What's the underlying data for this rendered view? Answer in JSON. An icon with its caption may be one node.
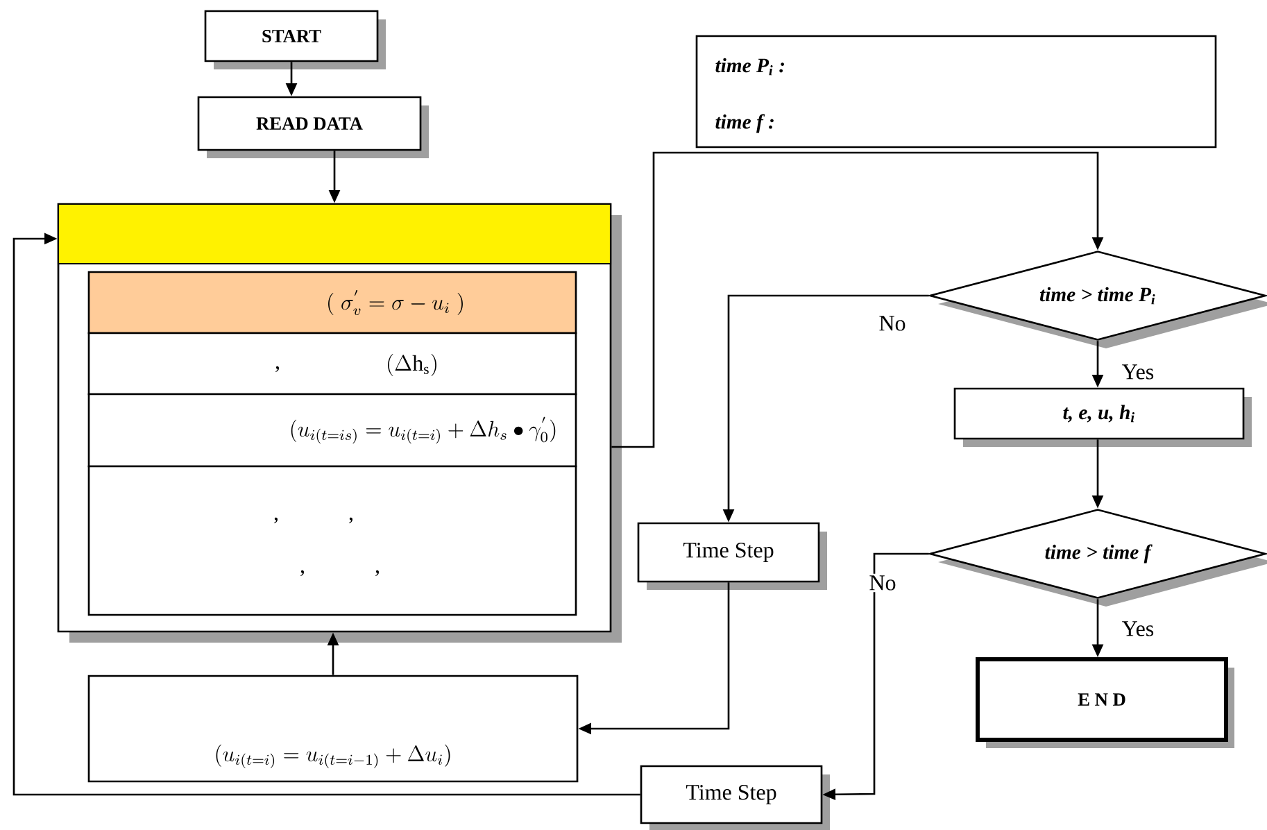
{
  "diagram": {
    "nodes": [
      {
        "text": [
          "START"
        ]
      },
      {
        "text": [
          "READ DATA"
        ]
      },
      {
        "text": [],
        "shape": "box"
      },
      {
        "text": [],
        "shape": "bar",
        "in": 2
      },
      {
        "text": [
          "(\\;\\sigma_v^{'} = \\sigma - u_i\\;)"
        ],
        "in": 2
      },
      {
        "text": [
          ",",
          "(\\Delta \\mathrm{h}_{\\mathrm{s}})"
        ],
        "in": 2
      },
      {
        "text": [
          "(u_{i(t=is)} = u_{i(t=i)} + \\Delta h_s \\bullet \\gamma_0^{'})"
        ],
        "in": 2
      },
      {
        "text": [
          ",",
          ",",
          ",",
          ","
        ],
        "in": 2
      },
      {
        "text": [
          "(u_{i(t=i)} = u_{i(t=i-1)} + \\Delta u_i)"
        ]
      },
      {
        "text": [
          "Time Step"
        ]
      },
      {
        "text": [
          "time P$_{i}$ :",
          "time f :"
        ]
      },
      {
        "text": [
          "time > time P$_{i}$"
        ]
      },
      {
        "text": [
          "t, e, u, h$_{i}$"
        ]
      },
      {
        "text": [
          "time > time f"
        ]
      },
      {
        "text": [
          "E N D"
        ]
      },
      {
        "text": [
          "Time Step"
        ]
      }
    ],
    "edges": [
      {
        "from": 0,
        "to": 1,
        "arrow": "to"
      },
      {
        "from": 1,
        "to": 2,
        "arrow": "to"
      },
      {
        "from": 2,
        "to": 11,
        "arrow": "to"
      },
      {
        "from": 11,
        "to": 15,
        "arrow": "to",
        "label": "No"
      },
      {
        "from": 11,
        "to": 12,
        "arrow": "to",
        "label": "Yes"
      },
      {
        "from": 12,
        "to": 13,
        "arrow": "to"
      },
      {
        "from": 13,
        "to": 14,
        "arrow": "to",
        "label": "Yes"
      },
      {
        "from": 13,
        "to": 9,
        "arrow": "to",
        "label": "No"
      },
      {
        "from": 15,
        "to": 8,
        "arrow": "to"
      },
      {
        "from": 9,
        "to": 2,
        "arrow": "to"
      },
      {
        "from": 8,
        "to": 2,
        "arrow": "to"
      }
    ]
  }
}
